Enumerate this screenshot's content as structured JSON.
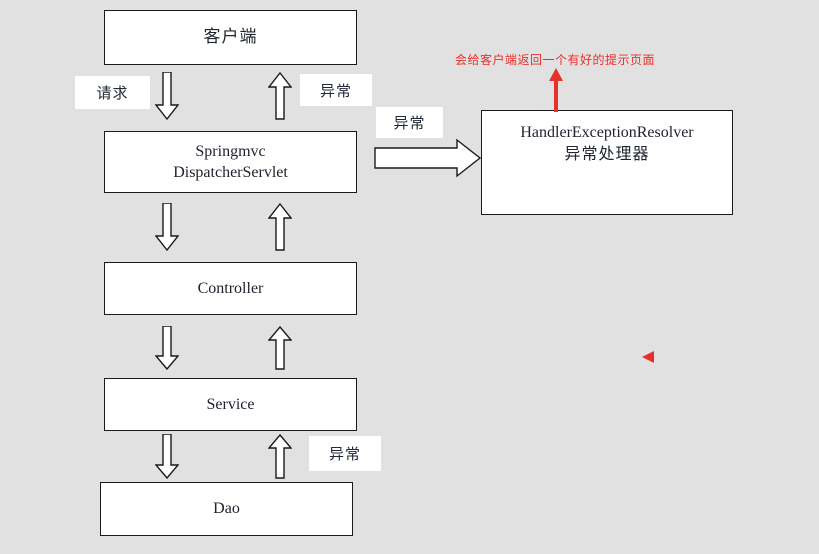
{
  "diagram": {
    "background_color": "#e1e1e1",
    "box_fill": "#ffffff",
    "box_stroke": "#1a1a1a",
    "accent_color": "#e8302a",
    "nodes": [
      {
        "id": "client",
        "title": "客户端",
        "subtitle": ""
      },
      {
        "id": "servlet",
        "title": "Springmvc",
        "subtitle": "DispatcherServlet"
      },
      {
        "id": "controller",
        "title": "Controller",
        "subtitle": ""
      },
      {
        "id": "service",
        "title": "Service",
        "subtitle": ""
      },
      {
        "id": "dao",
        "title": "Dao",
        "subtitle": ""
      },
      {
        "id": "resolver",
        "title": "HandlerExceptionResolver",
        "subtitle": "异常处理器"
      }
    ],
    "edge_labels": [
      {
        "id": "request-label",
        "text": "请求"
      },
      {
        "id": "exception-top-label",
        "text": "异常"
      },
      {
        "id": "exception-mid-label",
        "text": "异常"
      },
      {
        "id": "exception-low-label",
        "text": "异常"
      }
    ],
    "annotation": {
      "text": "会给客户端返回一个有好的提示页面"
    }
  }
}
